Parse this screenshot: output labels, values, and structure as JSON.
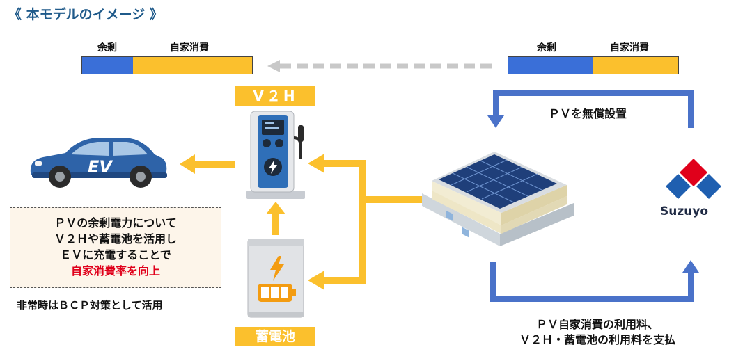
{
  "heading": "《 本モデルのイメージ 》",
  "colors": {
    "surplus": "#3a6fd8",
    "self_consumption": "#fbc02d",
    "flow_arrow": "#fbc02d",
    "contract_arrow": "#4a72c9",
    "heading": "#1f5a8a",
    "highlight": "#e0001b"
  },
  "bars": {
    "left": {
      "surplus_label": "余剰",
      "self_label": "自家消費",
      "surplus_share": 0.3
    },
    "right": {
      "surplus_label": "余剰",
      "self_label": "自家消費",
      "surplus_share": 0.5
    }
  },
  "v2h": {
    "tag": "V２H",
    "icon": "v2h-charger-icon"
  },
  "battery": {
    "tag": "蓄電池",
    "icon": "storage-battery-icon"
  },
  "ev": {
    "label": "EV",
    "icon": "electric-car-icon"
  },
  "factory": {
    "icon": "solar-factory-icon"
  },
  "suzuyo": {
    "name": "Suzuyo",
    "icon": "suzuyo-logo"
  },
  "pv_install": "ＰＶを無償設置",
  "explanation": {
    "line1": "ＰＶの余剰電力について",
    "line2": "Ｖ２Ｈや蓄電池を活用し",
    "line3": "ＥＶに充電することで",
    "highlight": "自家消費率を向上"
  },
  "bcp_note": "非常時はＢＣＰ対策として活用",
  "payment": {
    "line1": "ＰＶ自家消費の利用料、",
    "line2": "Ｖ２Ｈ・蓄電池の利用料を支払"
  }
}
